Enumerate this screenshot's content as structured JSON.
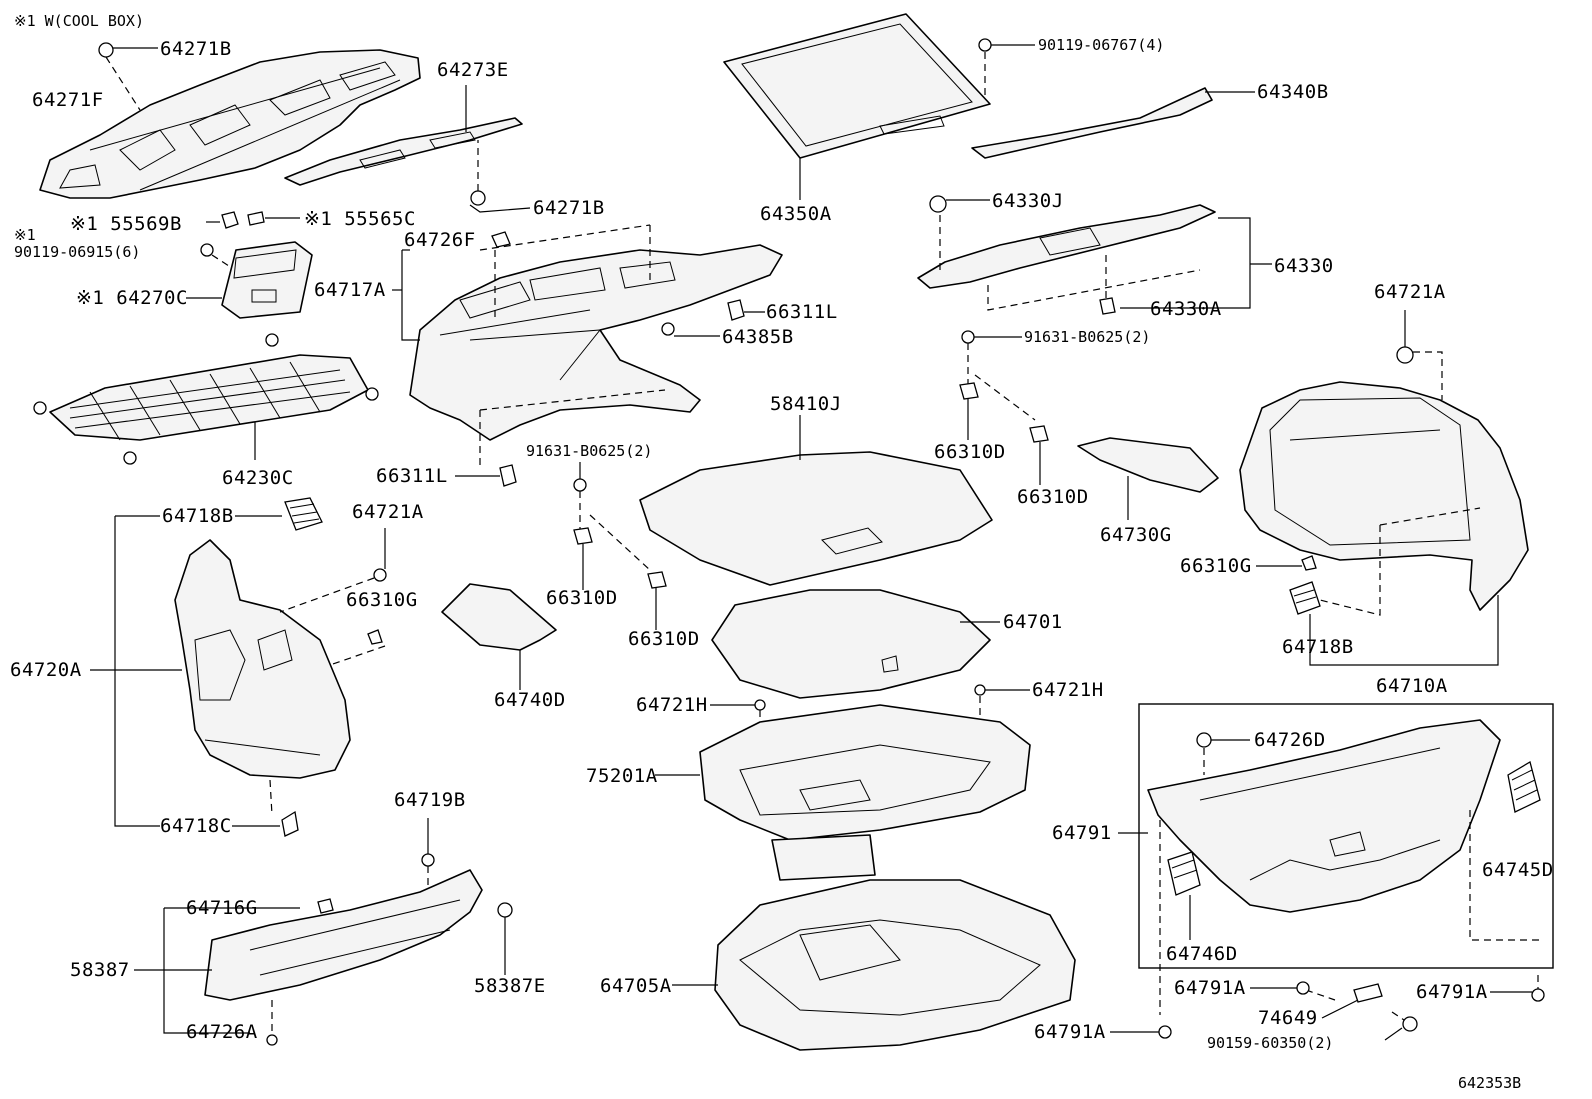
{
  "diagram": {
    "note_top": "※1 W(COOL BOX)",
    "figure_code": "642353B",
    "labels": {
      "p64271B_a": "64271B",
      "p64271F": "64271F",
      "p64273E": "64273E",
      "p64271B_b": "64271B",
      "p55569B": "※1 55569B",
      "p55565C": "※1 55565C",
      "note_x1": "※1",
      "p90119_06915": "90119-06915(6)",
      "p64270C": "※1 64270C",
      "p64230C": "64230C",
      "p64726F": "64726F",
      "p64717A": "64717A",
      "p66311L_a": "66311L",
      "p64385B": "64385B",
      "p66311L_b": "66311L",
      "p91631_a": "91631-B0625(2)",
      "p66310D_a": "66310D",
      "p66310D_b": "66310D",
      "p64350A": "64350A",
      "p90119_06767": "90119-06767(4)",
      "p64340B": "64340B",
      "p64330J": "64330J",
      "p64330": "64330",
      "p64330A": "64330A",
      "p91631_b": "91631-B0625(2)",
      "p66310D_c": "66310D",
      "p66310D_d": "66310D",
      "p64730G": "64730G",
      "p58410J": "58410J",
      "p64701": "64701",
      "p64740D": "64740D",
      "p64721H_a": "64721H",
      "p64721H_b": "64721H",
      "p75201A": "75201A",
      "p64705A": "64705A",
      "p64718B_a": "64718B",
      "p64721A_a": "64721A",
      "p66310G_a": "66310G",
      "p64720A": "64720A",
      "p64718C": "64718C",
      "p64719B": "64719B",
      "p64716G": "64716G",
      "p58387": "58387",
      "p58387E": "58387E",
      "p64726A": "64726A",
      "p64721A_b": "64721A",
      "p66310G_b": "66310G",
      "p64718B_b": "64718B",
      "p64710A": "64710A",
      "p64726D": "64726D",
      "p64791": "64791",
      "p64745D": "64745D",
      "p64746D": "64746D",
      "p64791A_a": "64791A",
      "p64791A_b": "64791A",
      "p64791A_c": "64791A",
      "p74649": "74649",
      "p90159_60350": "90159-60350(2)"
    }
  }
}
